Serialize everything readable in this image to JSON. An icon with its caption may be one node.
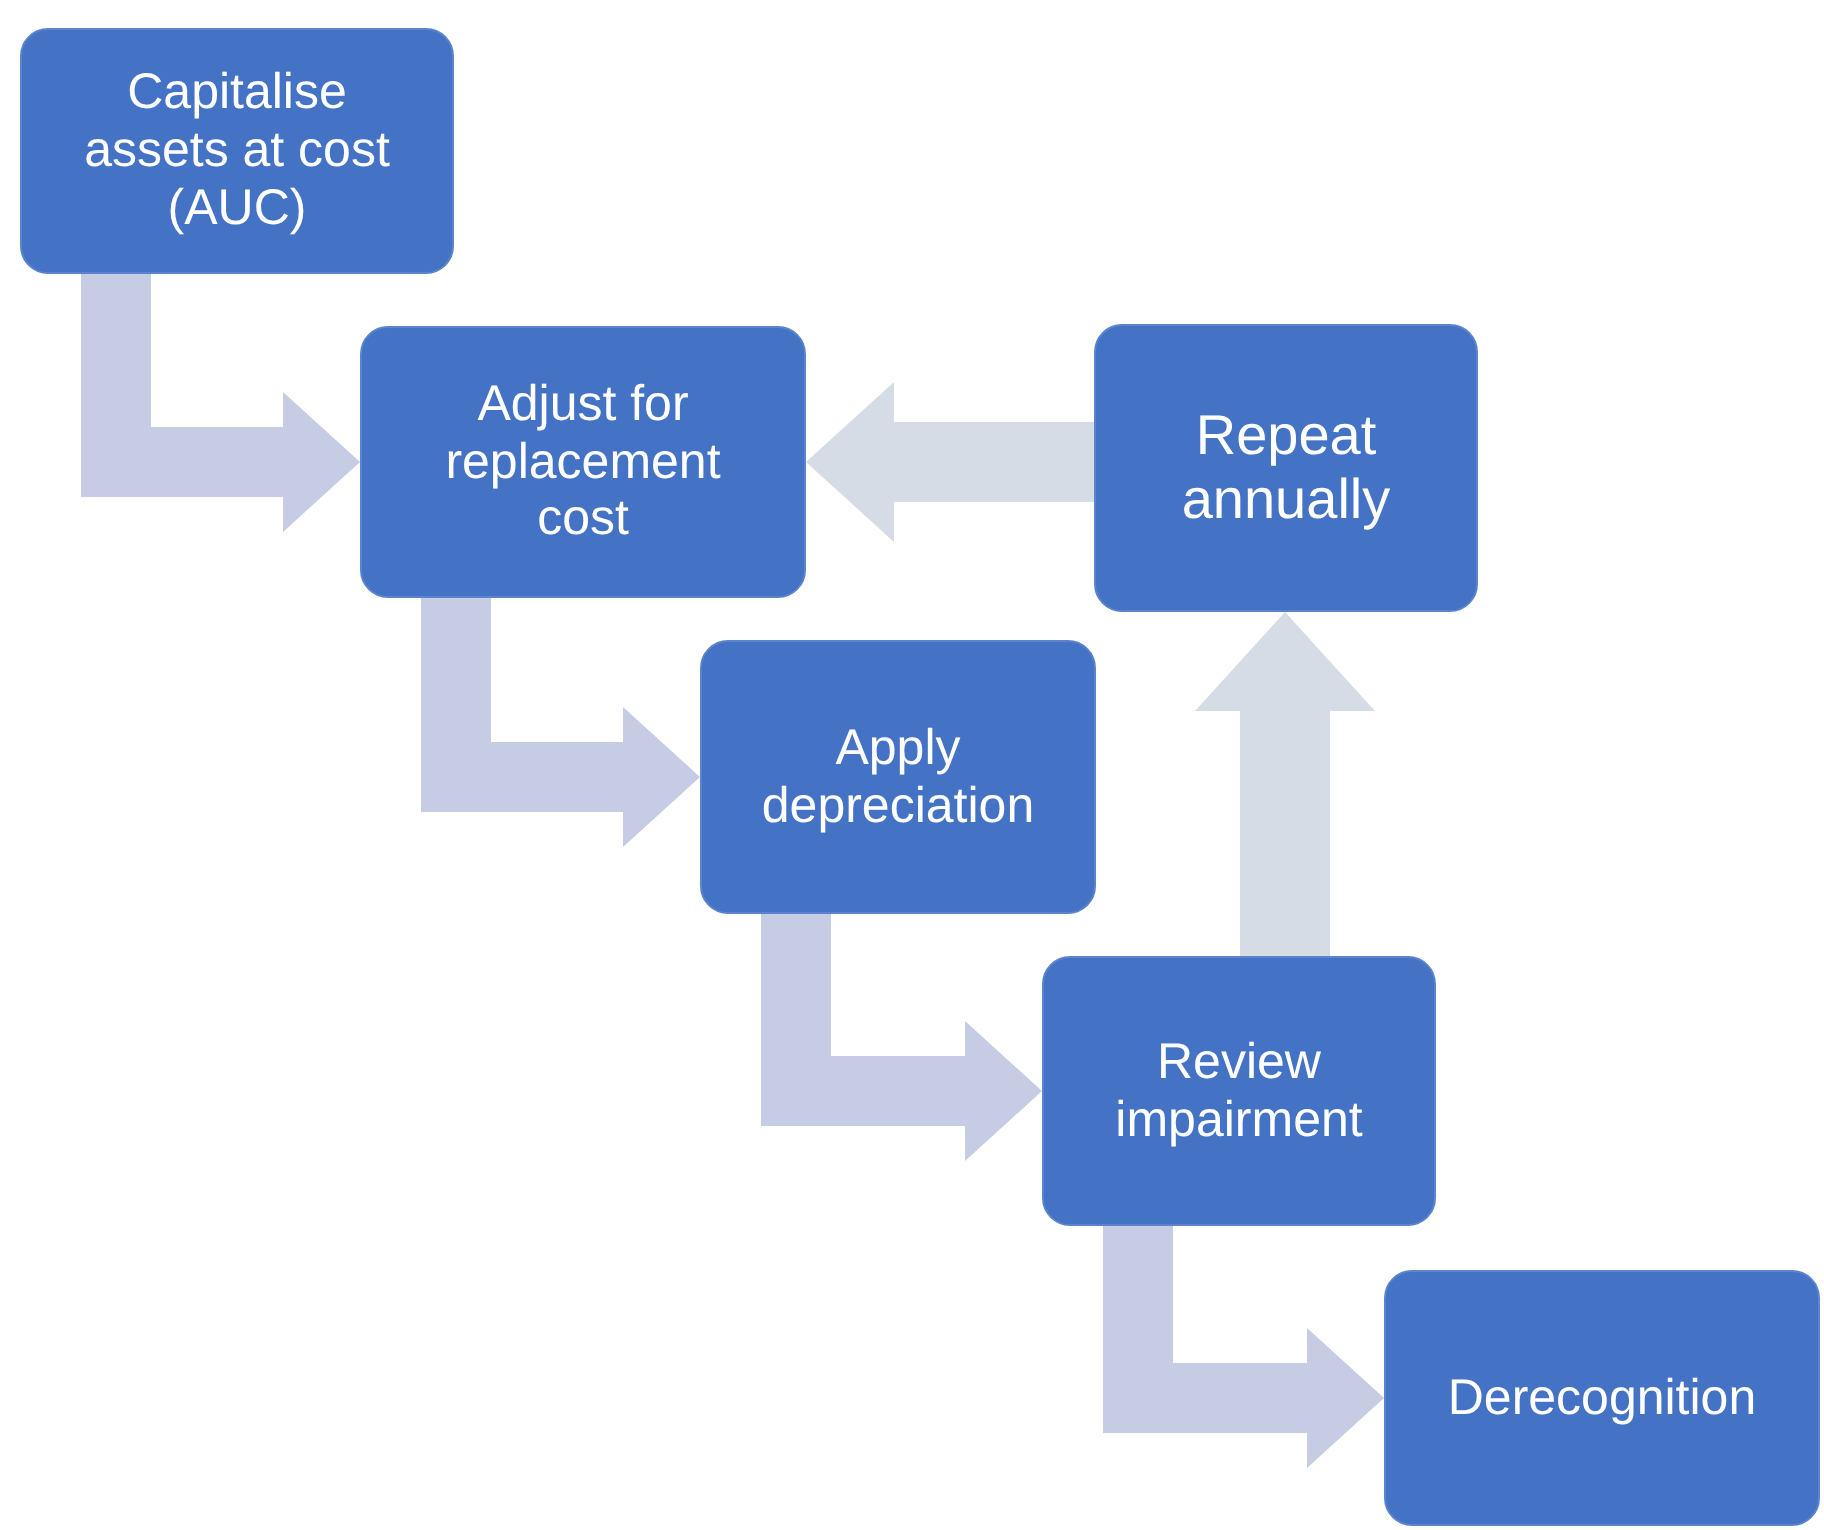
{
  "diagram": {
    "nodes": [
      {
        "text": [
          "Capitalise assets at cost (AUC)"
        ]
      },
      {
        "text": [
          "Adjust for replacement cost"
        ]
      },
      {
        "text": [
          "Repeat annually"
        ]
      },
      {
        "text": [
          "Apply depreciation"
        ]
      },
      {
        "text": [
          "Review impairment"
        ]
      },
      {
        "text": [
          "Derecognition"
        ]
      }
    ],
    "edges": [
      {
        "from": 0,
        "to": 1,
        "arrow": "to"
      },
      {
        "from": 1,
        "to": 3,
        "arrow": "to"
      },
      {
        "from": 3,
        "to": 4,
        "arrow": "to"
      },
      {
        "from": 4,
        "to": 5,
        "arrow": "to"
      },
      {
        "from": 4,
        "to": 2,
        "arrow": "to",
        "color": "#d6dce5"
      },
      {
        "from": 2,
        "to": 1,
        "arrow": "to",
        "color": "#d6dce5"
      }
    ]
  }
}
